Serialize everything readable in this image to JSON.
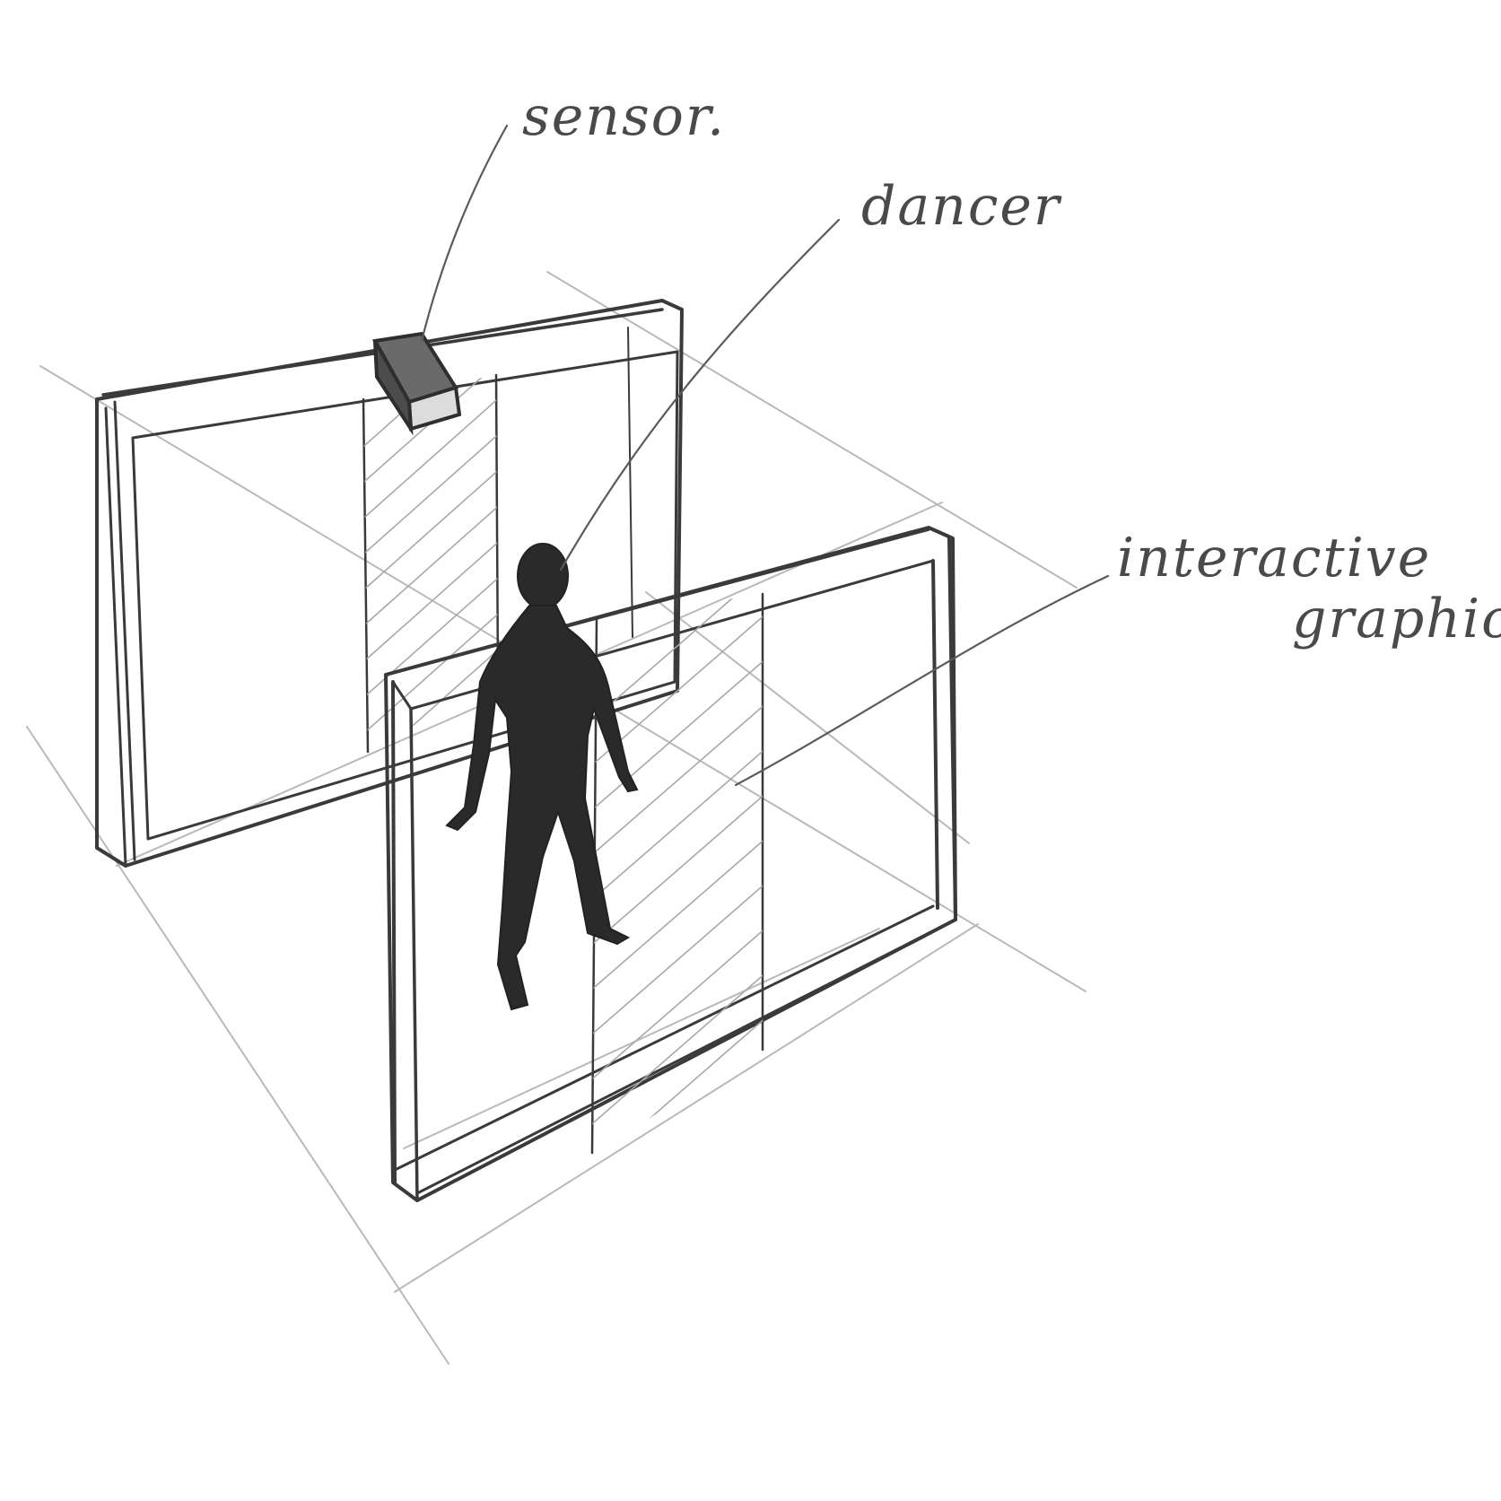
{
  "labels": {
    "sensor": "sensor.",
    "dancer": "dancer",
    "graphic_line1": "interactive",
    "graphic_line2": "graphic"
  },
  "colors": {
    "pencil": "#3a3a3a",
    "guide": "#b9b9b9",
    "figure": "#2a2a2a",
    "background": "#ffffff"
  }
}
